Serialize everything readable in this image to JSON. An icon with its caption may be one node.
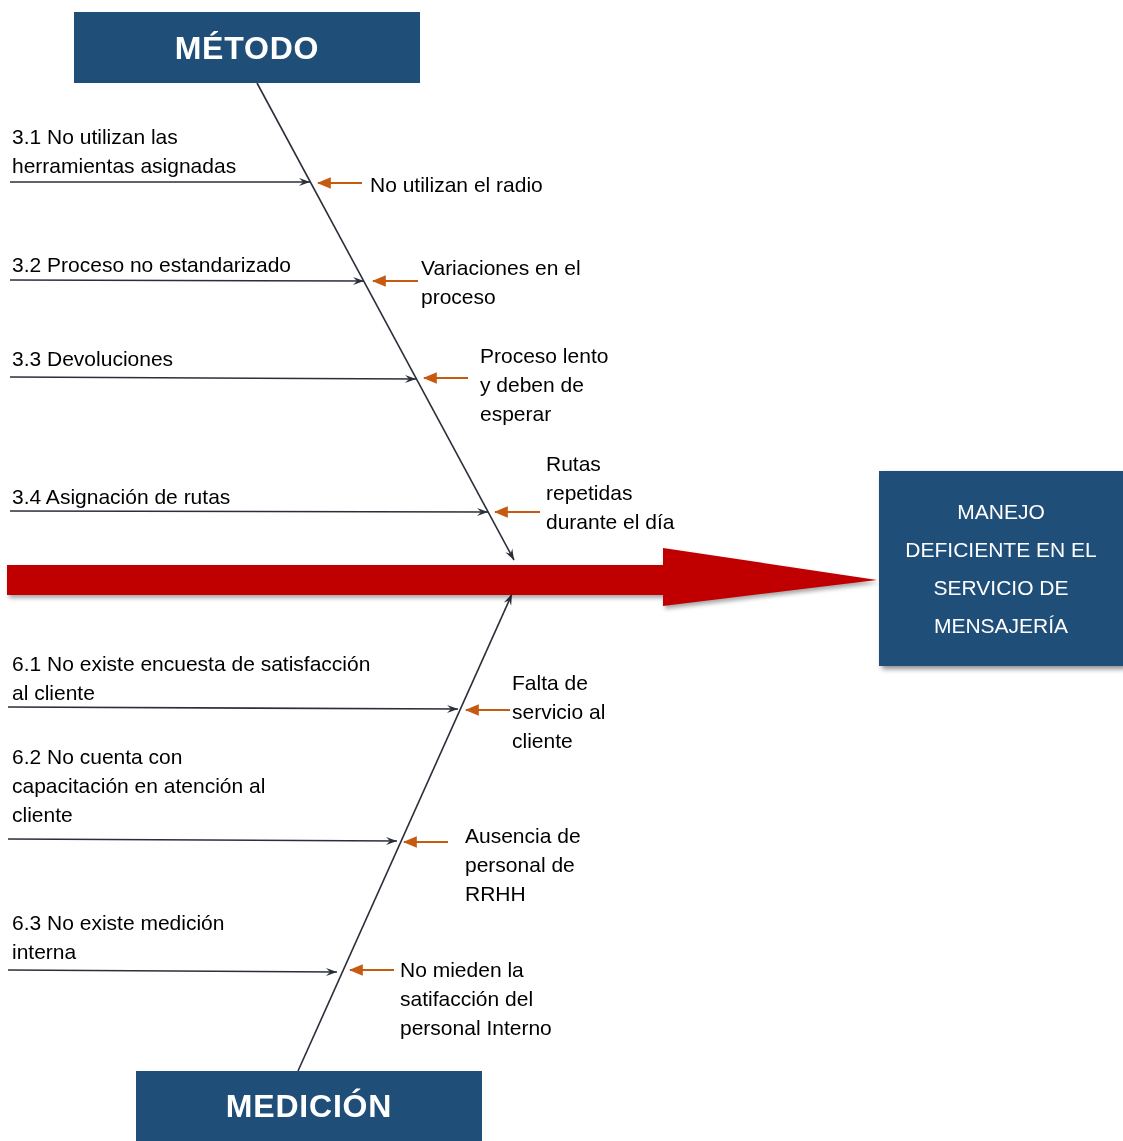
{
  "diagram": {
    "nodes": [
      {
        "text": [
          "MÉTODO"
        ]
      },
      {
        "text": [
          "3.1 No utilizan las herramientas asignadas"
        ]
      },
      {
        "text": [
          "No utilizan el radio"
        ]
      },
      {
        "text": [
          "3.2 Proceso no estandarizado"
        ]
      },
      {
        "text": [
          "Variaciones en el proceso"
        ]
      },
      {
        "text": [
          "3.3 Devoluciones"
        ]
      },
      {
        "text": [
          "Proceso lento y deben de esperar"
        ]
      },
      {
        "text": [
          "3.4 Asignación de rutas"
        ]
      },
      {
        "text": [
          "Rutas repetidas durante el día"
        ]
      },
      {
        "text": [
          "MANEJO DEFICIENTE EN EL SERVICIO DE MENSAJERÍA"
        ]
      },
      {
        "text": [
          "6.1 No existe encuesta de satisfacción al cliente"
        ]
      },
      {
        "text": [
          "Falta de servicio al cliente"
        ]
      },
      {
        "text": [
          "6.2 No cuenta con capacitación en atención al cliente"
        ]
      },
      {
        "text": [
          "Ausencia de personal de RRHH"
        ]
      },
      {
        "text": [
          "6.3 No existe medición interna"
        ]
      },
      {
        "text": [
          "No mieden la satifacción del personal Interno"
        ]
      },
      {
        "text": [
          "MEDICIÓN"
        ]
      }
    ],
    "edges": [
      {
        "from": 0,
        "to": null,
        "arrow": "to"
      },
      {
        "from": 16,
        "to": null,
        "arrow": "to"
      },
      {
        "from": null,
        "to": 9,
        "arrow": "to",
        "style": "thick",
        "color": "#c00000"
      },
      {
        "from": 1,
        "to": null,
        "arrow": "to"
      },
      {
        "from": 3,
        "to": null,
        "arrow": "to"
      },
      {
        "from": 5,
        "to": null,
        "arrow": "to"
      },
      {
        "from": 7,
        "to": null,
        "arrow": "to"
      },
      {
        "from": 10,
        "to": null,
        "arrow": "to"
      },
      {
        "from": 12,
        "to": null,
        "arrow": "to"
      },
      {
        "from": 14,
        "to": null,
        "arrow": "to"
      },
      {
        "from": 2,
        "to": null,
        "arrow": "to",
        "color": "#c55a11"
      },
      {
        "from": 4,
        "to": null,
        "arrow": "to",
        "color": "#c55a11"
      },
      {
        "from": 6,
        "to": null,
        "arrow": "to",
        "color": "#c55a11"
      },
      {
        "from": 8,
        "to": null,
        "arrow": "to",
        "color": "#c55a11"
      },
      {
        "from": 11,
        "to": null,
        "arrow": "to",
        "color": "#c55a11"
      },
      {
        "from": 13,
        "to": null,
        "arrow": "to",
        "color": "#c55a11"
      },
      {
        "from": 15,
        "to": null,
        "arrow": "to",
        "color": "#c55a11"
      }
    ]
  }
}
